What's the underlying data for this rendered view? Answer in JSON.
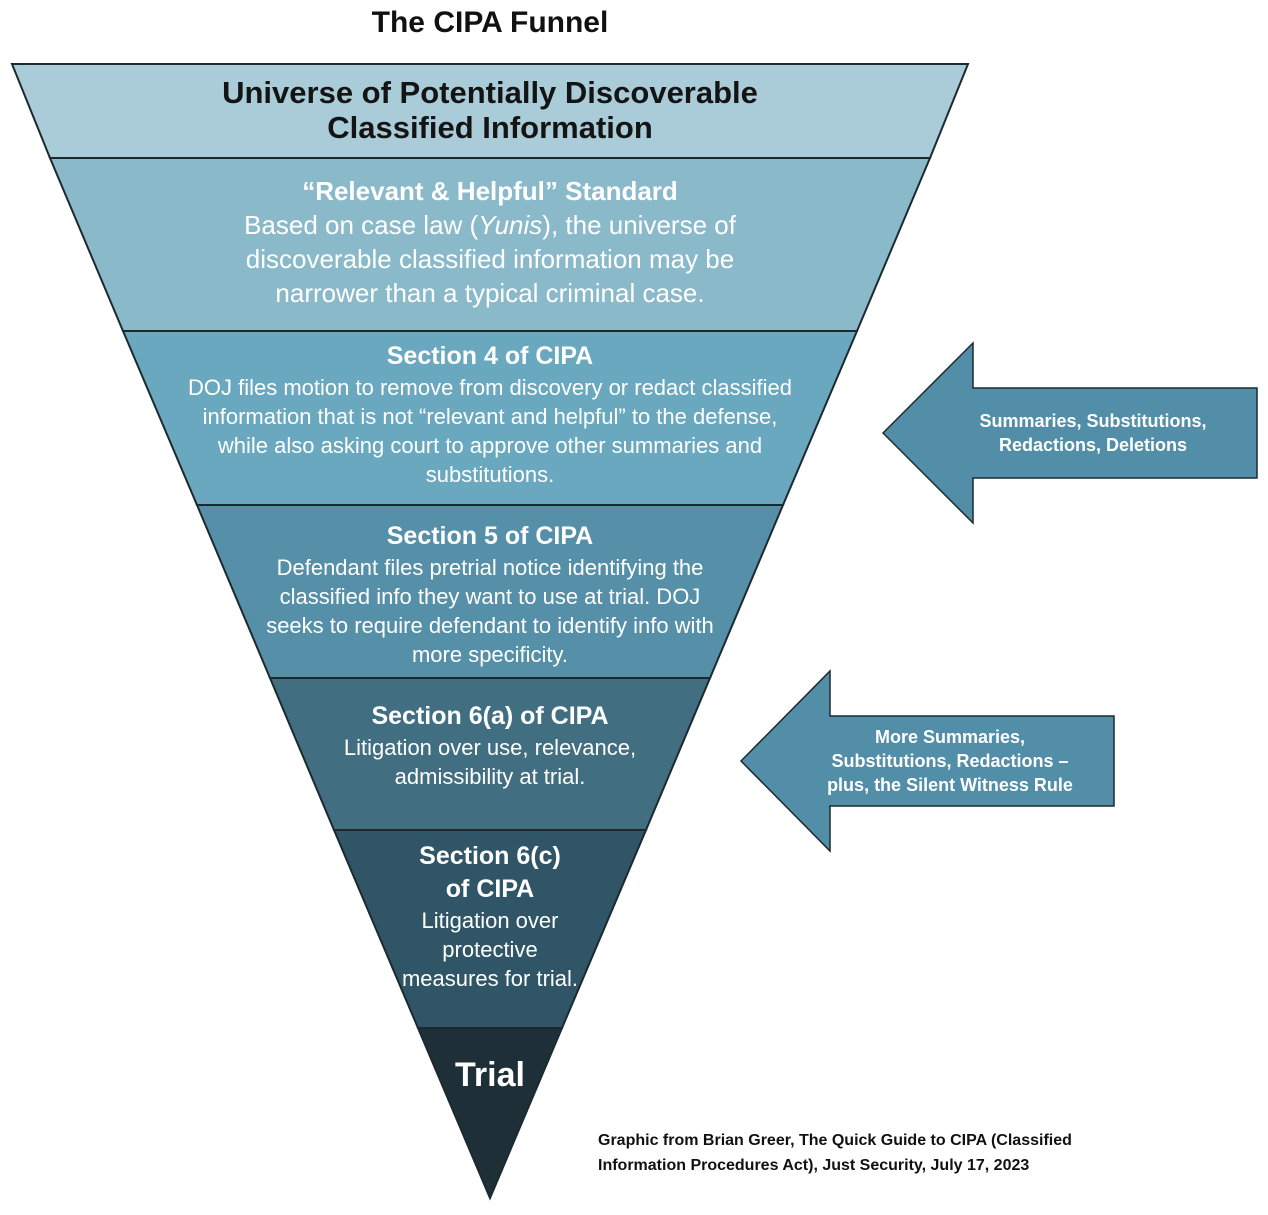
{
  "title": "The CIPA Funnel",
  "colors": {
    "tier1": "#a9ccd8",
    "tier2": "#8ab9ca",
    "tier3": "#6aa8bf",
    "tier4": "#5590a8",
    "tier5": "#416e80",
    "tier6": "#2f5566",
    "tier7": "#1e2f38",
    "arrow": "#538ea8",
    "outline": "#1c2a30"
  },
  "tiers": [
    {
      "id": "universe",
      "heading_line1": "Universe of Potentially Discoverable",
      "heading_line2": "Classified Information"
    },
    {
      "id": "relevant-helpful",
      "heading": "“Relevant & Helpful” Standard",
      "body_pre": "Based on case law (",
      "body_italic": "Yunis",
      "body_post": "), the universe of discoverable classified information may be narrower than a typical criminal case."
    },
    {
      "id": "section-4",
      "heading": "Section 4 of CIPA",
      "body": "DOJ files motion to remove from discovery or redact classified information that is not “relevant and helpful” to the defense, while also asking court to approve other summaries and substitutions."
    },
    {
      "id": "section-5",
      "heading": "Section 5 of CIPA",
      "body": "Defendant files pretrial notice identifying the classified info they want to use at trial. DOJ seeks to require defendant to identify info with more specificity."
    },
    {
      "id": "section-6a",
      "heading": "Section 6(a) of CIPA",
      "body": "Litigation over use, relevance, admissibility at trial."
    },
    {
      "id": "section-6c",
      "heading_line1": "Section 6(c)",
      "heading_line2": "of CIPA",
      "body": "Litigation over protective measures for trial."
    },
    {
      "id": "trial",
      "heading": "Trial"
    }
  ],
  "arrows": [
    {
      "line1": "Summaries, Substitutions,",
      "line2": "Redactions, Deletions"
    },
    {
      "line1": "More Summaries,",
      "line2": "Substitutions, Redactions –",
      "line3": "plus, the Silent Witness Rule"
    }
  ],
  "source": {
    "line1": "Graphic from Brian Greer, The Quick Guide to CIPA (Classified",
    "line2": "Information Procedures Act), Just Security, July 17, 2023"
  }
}
